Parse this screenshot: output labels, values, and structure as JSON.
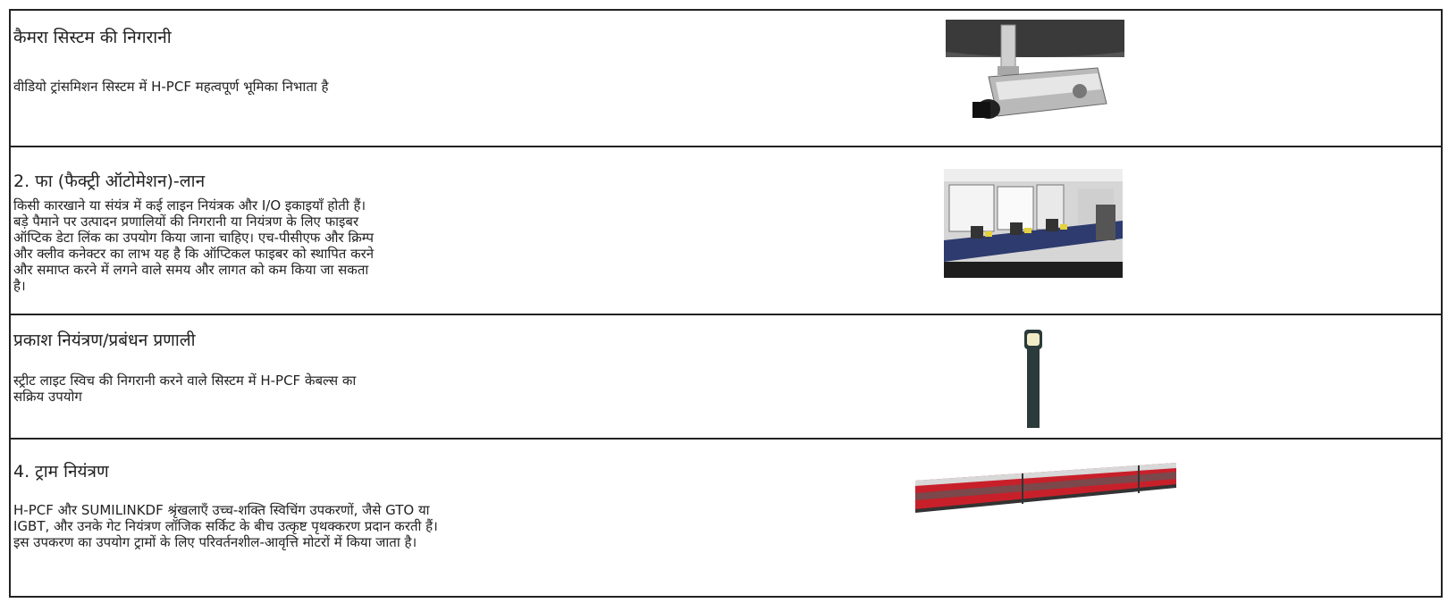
{
  "rows": [
    {
      "title": "कैमरा सिस्टम की निगरानी",
      "description": "वीडियो ट्रांसमिशन सिस्टम में H-PCF महत्वपूर्ण भूमिका निभाता है",
      "image_icon": "security-camera"
    },
    {
      "title": "2. फा (फैक्ट्री ऑटोमेशन)-लान",
      "description": "किसी कारखाने या संयंत्र में कई लाइन नियंत्रक और I/O इकाइयाँ होती हैं। बड़े पैमाने पर उत्पादन प्रणालियों की निगरानी या नियंत्रण के लिए फाइबर ऑप्टिक डेटा लिंक का उपयोग किया जाना चाहिए। एच-पीसीएफ और क्रिम्प और क्लीव कनेक्टर का लाभ यह है कि ऑप्टिकल फाइबर को स्थापित करने और समाप्त करने में लगने वाले समय और लागत को कम किया जा सकता है।",
      "image_icon": "factory-floor"
    },
    {
      "title": "प्रकाश नियंत्रण/प्रबंधन प्रणाली",
      "description": "स्ट्रीट लाइट स्विच की निगरानी करने वाले सिस्टम में H-PCF केबल्स का सक्रिय उपयोग",
      "image_icon": "street-light"
    },
    {
      "title": "4. ट्राम नियंत्रण",
      "description": "H-PCF और SUMILINKDF श्रृंखलाएँ उच्च-शक्ति स्विचिंग उपकरणों, जैसे GTO या IGBT, और उनके गेट नियंत्रण लॉजिक सर्किट के बीच उत्कृष्ट पृथक्करण प्रदान करती हैं। इस उपकरण का उपयोग ट्रामों के लिए परिवर्तनशील-आवृत्ति मोटरों में किया जाता है।",
      "image_icon": "tram"
    }
  ]
}
